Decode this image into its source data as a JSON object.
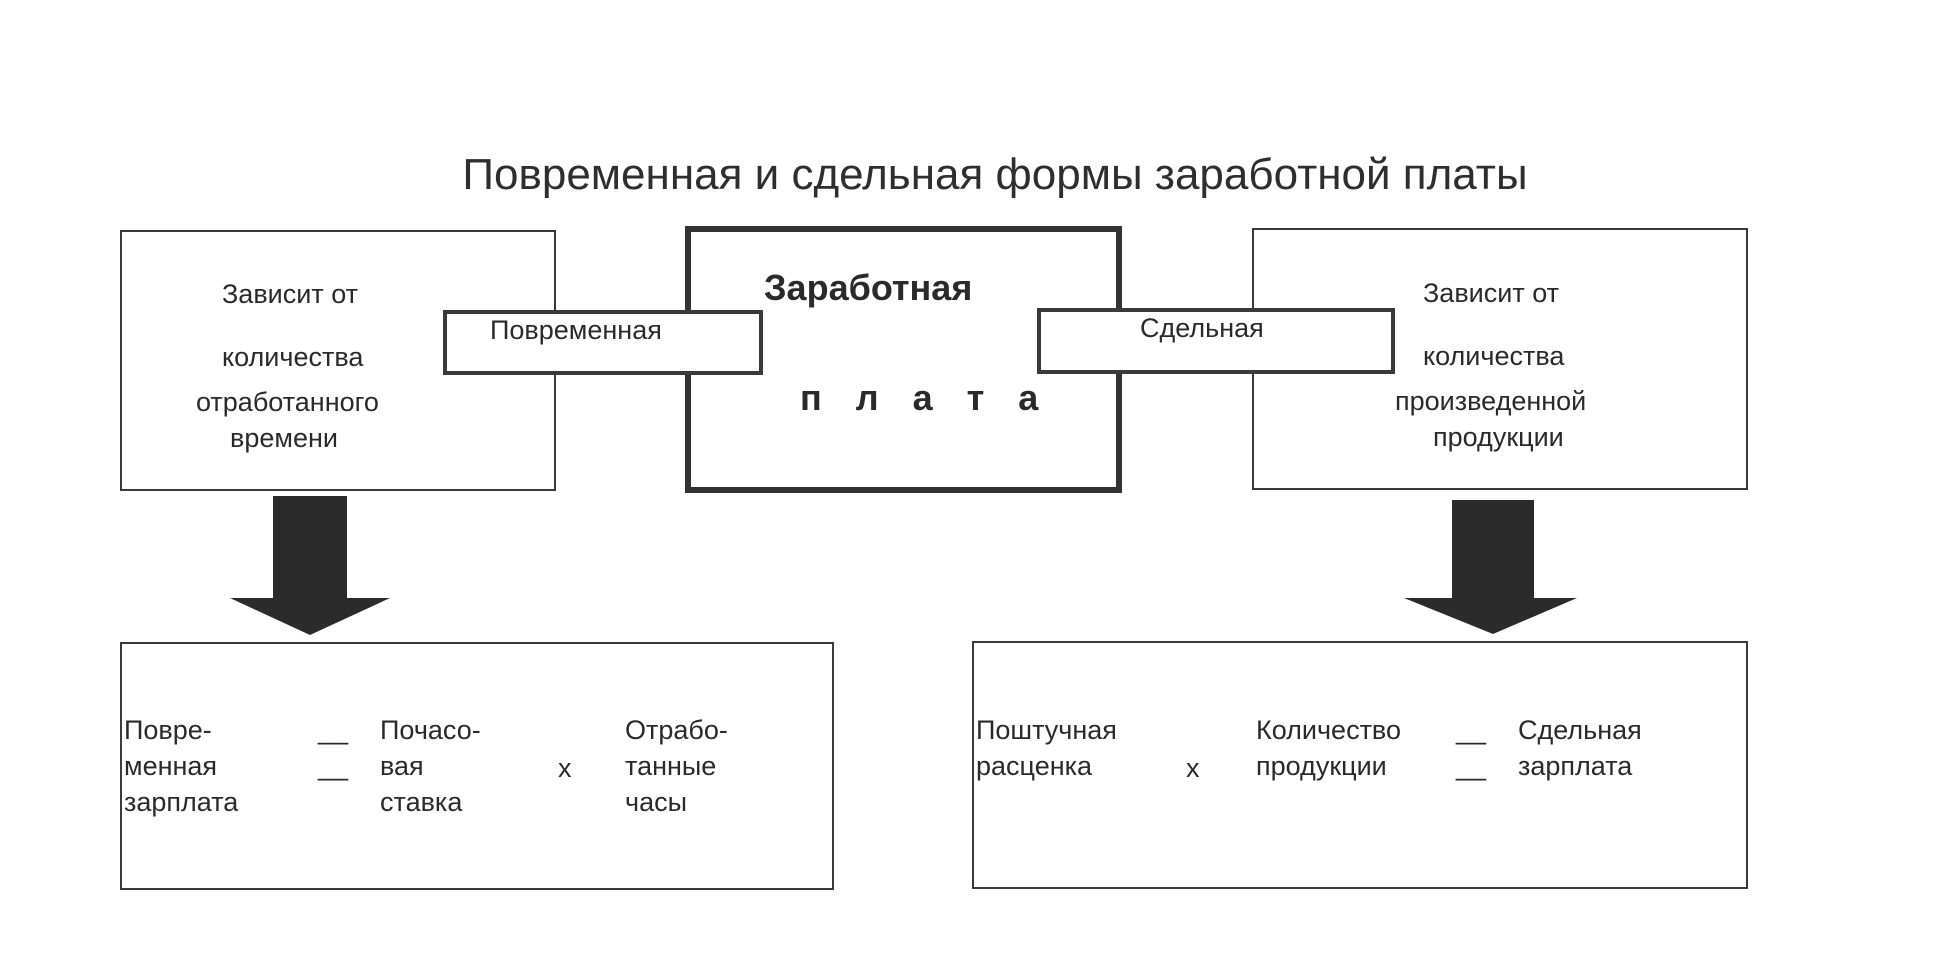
{
  "title": "Повременная и сдельная формы заработной платы",
  "center_box": {
    "line1": "Заработная",
    "line2": "п л а т а"
  },
  "left_label": "Повременная",
  "right_label": "Сдельная",
  "left_box": {
    "l1": "Зависит от",
    "l2": "количества",
    "l3": "отработанного",
    "l4": "времени"
  },
  "right_box": {
    "l1": "Зависит  от",
    "l2": "количества",
    "l3": "произведенной",
    "l4": "продукции"
  },
  "left_formula": {
    "a1": "Повре-",
    "a2": "менная",
    "a3": "зарплата",
    "eq1": "__",
    "eq2": "__",
    "b1": "Почасо-",
    "b2": "вая",
    "b3": "ставка",
    "op": "х",
    "c1": "Отрабо-",
    "c2": "танные",
    "c3": "часы"
  },
  "right_formula": {
    "a1": "Поштучная",
    "a2": "расценка",
    "op": "х",
    "b1": "Количество",
    "b2": "продукции",
    "eq1": "__",
    "eq2": "__",
    "c1": "Сдельная",
    "c2": "зарплата"
  },
  "colors": {
    "line": "#3a3a3a",
    "arrow": "#2b2b2b"
  }
}
